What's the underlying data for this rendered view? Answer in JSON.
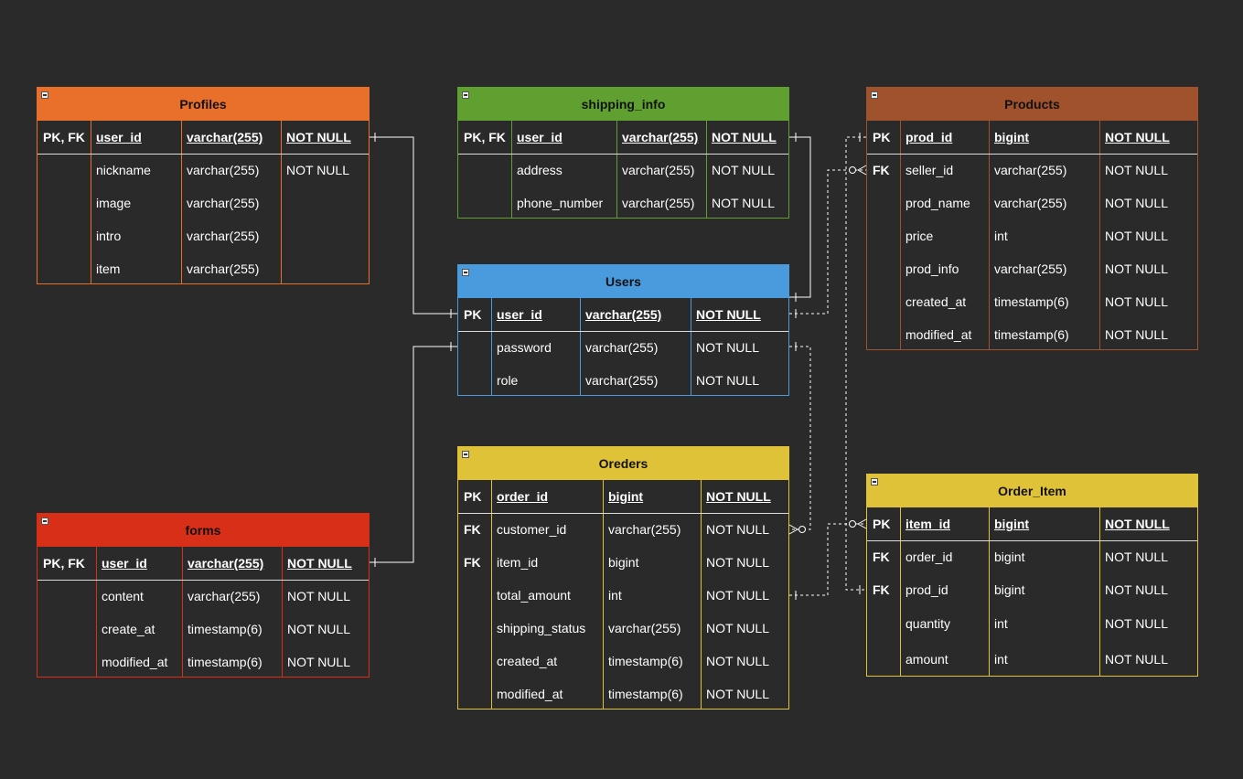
{
  "colors": {
    "profiles": "#e8702a",
    "shipping": "#60a030",
    "products": "#a0522d",
    "users": "#4a9ade",
    "forms": "#d83018",
    "orders": "#e0c238",
    "order_item": "#e0c238"
  },
  "tables": {
    "profiles": {
      "title": "Profiles",
      "rows": [
        {
          "key": "PK, FK",
          "name": "user_id",
          "type": "varchar(255)",
          "null": "NOT NULL"
        },
        {
          "key": "",
          "name": "nickname",
          "type": "varchar(255)",
          "null": "NOT NULL"
        },
        {
          "key": "",
          "name": "image",
          "type": "varchar(255)",
          "null": ""
        },
        {
          "key": "",
          "name": "intro",
          "type": "varchar(255)",
          "null": ""
        },
        {
          "key": "",
          "name": "item",
          "type": "varchar(255)",
          "null": ""
        }
      ]
    },
    "shipping": {
      "title": "shipping_info",
      "rows": [
        {
          "key": "PK, FK",
          "name": "user_id",
          "type": "varchar(255)",
          "null": "NOT NULL"
        },
        {
          "key": "",
          "name": "address",
          "type": "varchar(255)",
          "null": "NOT NULL"
        },
        {
          "key": "",
          "name": "phone_number",
          "type": "varchar(255)",
          "null": "NOT NULL"
        }
      ]
    },
    "products": {
      "title": "Products",
      "rows": [
        {
          "key": "PK",
          "name": "prod_id",
          "type": "bigint",
          "null": "NOT NULL"
        },
        {
          "key": "FK",
          "name": "seller_id",
          "type": "varchar(255)",
          "null": "NOT NULL"
        },
        {
          "key": "",
          "name": "prod_name",
          "type": "varchar(255)",
          "null": "NOT NULL"
        },
        {
          "key": "",
          "name": "price",
          "type": "int",
          "null": "NOT NULL"
        },
        {
          "key": "",
          "name": "prod_info",
          "type": "varchar(255)",
          "null": "NOT NULL"
        },
        {
          "key": "",
          "name": "created_at",
          "type": "timestamp(6)",
          "null": "NOT NULL"
        },
        {
          "key": "",
          "name": "modified_at",
          "type": "timestamp(6)",
          "null": "NOT NULL"
        }
      ]
    },
    "users": {
      "title": "Users",
      "rows": [
        {
          "key": "PK",
          "name": "user_id",
          "type": "varchar(255)",
          "null": "NOT NULL"
        },
        {
          "key": "",
          "name": "password",
          "type": "varchar(255)",
          "null": "NOT NULL"
        },
        {
          "key": "",
          "name": "role",
          "type": "varchar(255)",
          "null": "NOT NULL"
        }
      ]
    },
    "forms": {
      "title": "forms",
      "rows": [
        {
          "key": "PK, FK",
          "name": "user_id",
          "type": "varchar(255)",
          "null": "NOT NULL"
        },
        {
          "key": "",
          "name": "content",
          "type": "varchar(255)",
          "null": "NOT NULL"
        },
        {
          "key": "",
          "name": "create_at",
          "type": "timestamp(6)",
          "null": "NOT NULL"
        },
        {
          "key": "",
          "name": "modified_at",
          "type": "timestamp(6)",
          "null": "NOT NULL"
        }
      ]
    },
    "orders": {
      "title": "Oreders",
      "rows": [
        {
          "key": "PK",
          "name": "order_id",
          "type": "bigint",
          "null": "NOT NULL"
        },
        {
          "key": "FK",
          "name": "customer_id",
          "type": "varchar(255)",
          "null": "NOT NULL"
        },
        {
          "key": "FK",
          "name": "item_id",
          "type": "bigint",
          "null": "NOT NULL"
        },
        {
          "key": "",
          "name": "total_amount",
          "type": "int",
          "null": "NOT NULL"
        },
        {
          "key": "",
          "name": "shipping_status",
          "type": "varchar(255)",
          "null": "NOT NULL"
        },
        {
          "key": "",
          "name": "created_at",
          "type": "timestamp(6)",
          "null": "NOT NULL"
        },
        {
          "key": "",
          "name": "modified_at",
          "type": "timestamp(6)",
          "null": "NOT NULL"
        }
      ]
    },
    "order_item": {
      "title": "Order_Item",
      "rows": [
        {
          "key": "PK",
          "name": "item_id",
          "type": "bigint",
          "null": "NOT NULL"
        },
        {
          "key": "FK",
          "name": "order_id",
          "type": "bigint",
          "null": "NOT NULL"
        },
        {
          "key": "FK",
          "name": "prod_id",
          "type": "bigint",
          "null": "NOT NULL"
        },
        {
          "key": "",
          "name": "quantity",
          "type": "int",
          "null": "NOT NULL"
        },
        {
          "key": "",
          "name": "amount",
          "type": "int",
          "null": "NOT NULL"
        }
      ]
    }
  }
}
